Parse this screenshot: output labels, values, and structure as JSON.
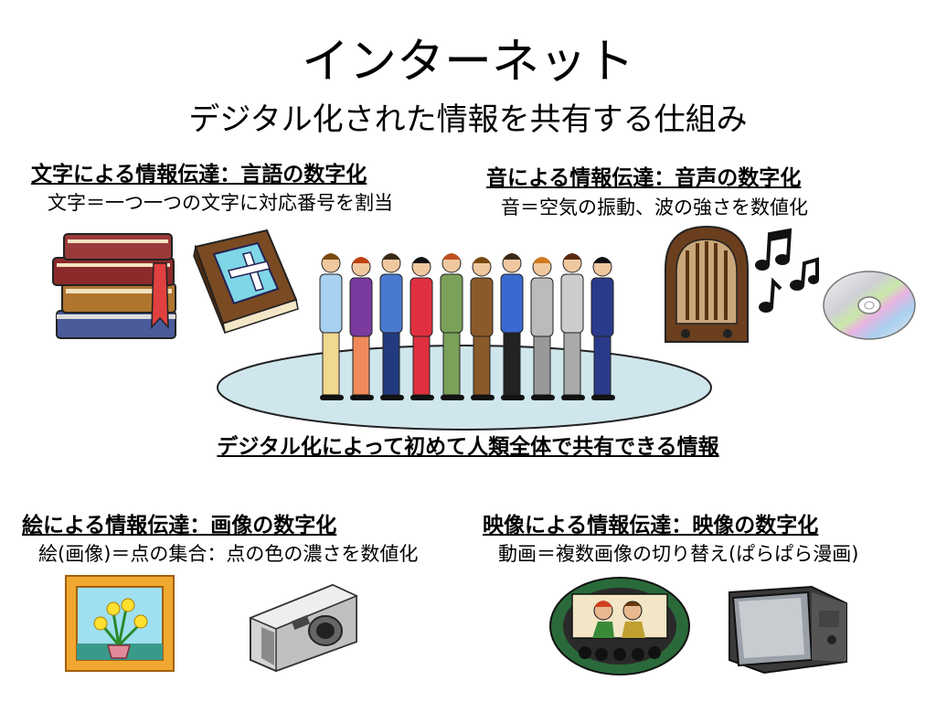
{
  "slide": {
    "title": "インターネット",
    "subtitle": "デジタル化された情報を共有する仕組み",
    "center_caption": "デジタル化によって初めて人類全体で共有できる情報"
  },
  "sections": {
    "text": {
      "heading": "文字による情報伝達：言語の数字化",
      "description": "文字＝一つ一つの文字に対応番号を割当"
    },
    "sound": {
      "heading": "音による情報伝達：音声の数字化",
      "description": "音＝空気の振動、波の強さを数値化"
    },
    "picture": {
      "heading": "絵による情報伝達：画像の数字化",
      "description": "絵(画像)＝点の集合：点の色の濃さを数値化"
    },
    "video": {
      "heading": "映像による情報伝達：映像の数字化",
      "description": "動画＝複数画像の切り替え(ぱらぱら漫画)"
    }
  },
  "icons": {
    "books": "stacked-books-icon",
    "bible": "bible-book-icon",
    "people": "crowd-of-people-icon",
    "radio": "vintage-radio-icon",
    "music": "music-notes-icon",
    "cd": "compact-disc-icon",
    "painting": "framed-flower-painting-icon",
    "camera": "digital-camera-icon",
    "cinema": "movie-theater-icon",
    "tv": "television-icon"
  },
  "colors": {
    "platform": "#cfe6ec",
    "book_red": "#8b2a2a",
    "bible_brown": "#7a4a22",
    "cross_cyan": "#7fd6e6",
    "radio_brown": "#6b3e1e",
    "frame_orange": "#f0a830"
  }
}
